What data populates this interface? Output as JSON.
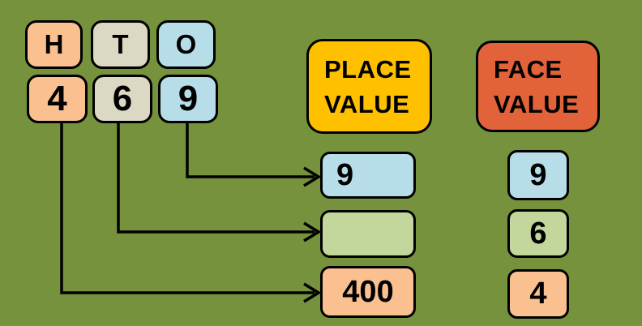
{
  "colors": {
    "background": "#76923C",
    "hundreds_fill": "#FAC090",
    "tens_fill": "#DBD8C3",
    "ones_fill": "#B7DEE8",
    "tens_value_fill": "#C3D69B",
    "place_header_fill": "#FFC000",
    "face_header_fill": "#E2623A",
    "outline": "#000000"
  },
  "hto_grid": {
    "columns": [
      {
        "label": "H",
        "digit": "4"
      },
      {
        "label": "T",
        "digit": "6"
      },
      {
        "label": "O",
        "digit": "9"
      }
    ]
  },
  "headers": {
    "place": {
      "line1": "PLACE",
      "line2": "VALUE"
    },
    "face": {
      "line1": "FACE",
      "line2": "VALUE"
    }
  },
  "place_value": {
    "items": [
      {
        "value": "9"
      },
      {
        "value": ""
      },
      {
        "value": "400"
      }
    ]
  },
  "face_value": {
    "items": [
      {
        "value": "9"
      },
      {
        "value": "6"
      },
      {
        "value": "4"
      }
    ]
  }
}
